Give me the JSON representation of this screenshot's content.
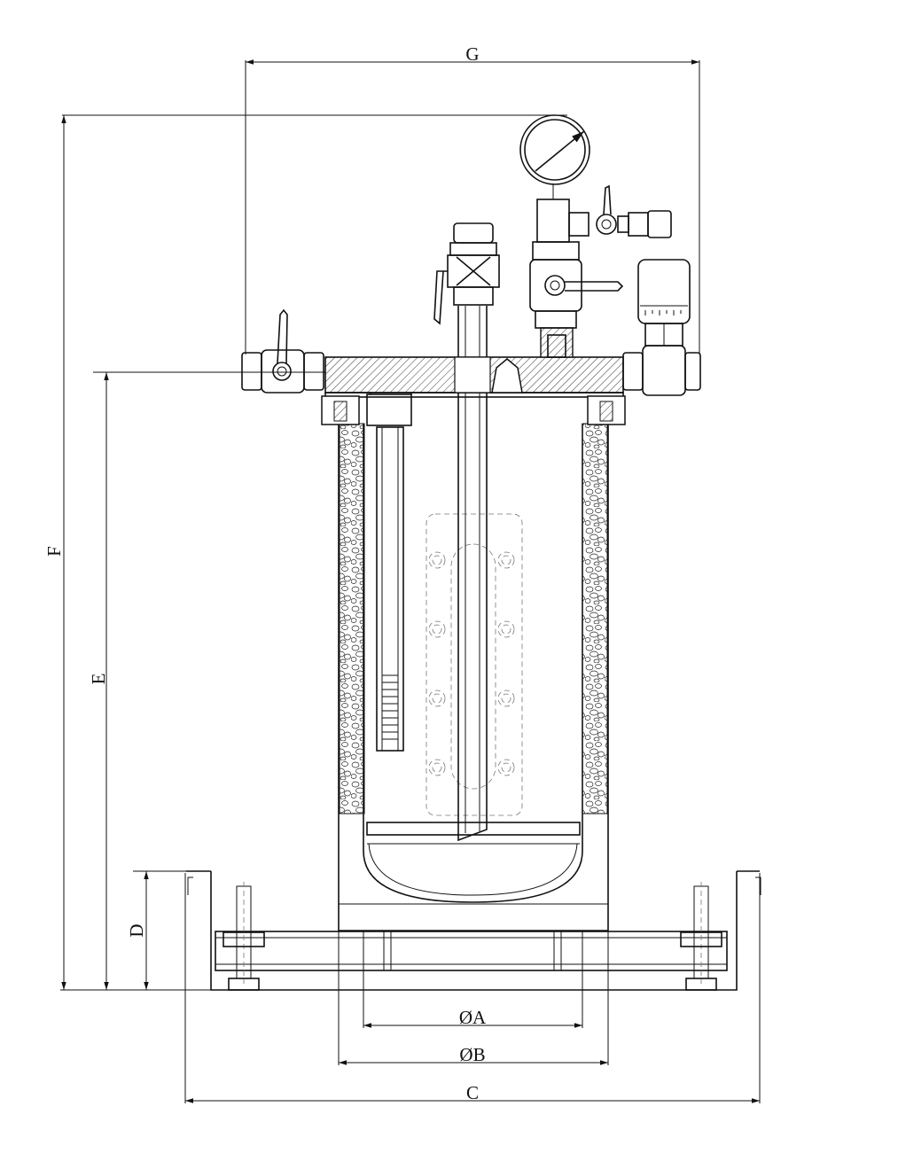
{
  "figure": {
    "dimensions": {
      "G": "G",
      "F": "F",
      "E": "E",
      "D": "D",
      "A": "ØA",
      "B": "ØB",
      "C": "C"
    }
  }
}
